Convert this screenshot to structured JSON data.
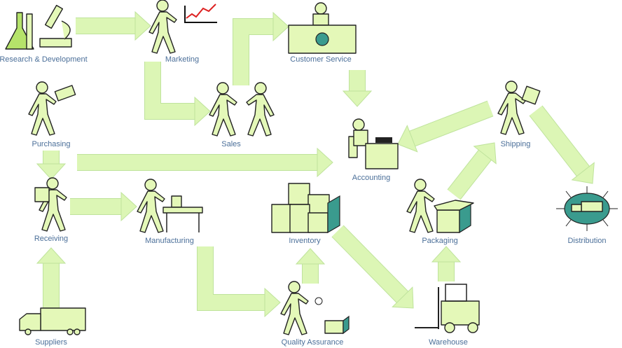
{
  "title": "Business process flow",
  "colors": {
    "arrow_fill": "#dcf6b5",
    "figure_fill": "#e4f8b8",
    "accent_teal": "#3a9b8e",
    "label": "#4b6f99"
  },
  "nodes": {
    "rnd": "Research & Development",
    "marketing": "Marketing",
    "customer_service": "Customer Service",
    "purchasing": "Purchasing",
    "sales": "Sales",
    "accounting": "Accounting",
    "shipping": "Shipping",
    "receiving": "Receiving",
    "manufacturing": "Manufacturing",
    "inventory": "Inventory",
    "packaging": "Packaging",
    "distribution": "Distribution",
    "suppliers": "Suppliers",
    "quality_assurance": "Quality Assurance",
    "warehouse": "Warehouse"
  },
  "flows": [
    [
      "Research & Development",
      "Marketing"
    ],
    [
      "Marketing",
      "Sales"
    ],
    [
      "Sales",
      "Customer Service"
    ],
    [
      "Customer Service",
      "Accounting"
    ],
    [
      "Purchasing",
      "Accounting"
    ],
    [
      "Purchasing",
      "Receiving"
    ],
    [
      "Shipping",
      "Accounting"
    ],
    [
      "Shipping",
      "Distribution"
    ],
    [
      "Receiving",
      "Manufacturing"
    ],
    [
      "Suppliers",
      "Receiving"
    ],
    [
      "Manufacturing",
      "Quality Assurance"
    ],
    [
      "Quality Assurance",
      "Inventory"
    ],
    [
      "Inventory",
      "Warehouse"
    ],
    [
      "Warehouse",
      "Packaging"
    ],
    [
      "Packaging",
      "Shipping"
    ]
  ]
}
